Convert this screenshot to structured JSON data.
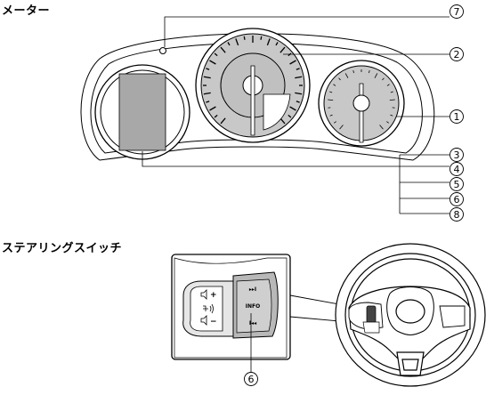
{
  "headings": {
    "meter": "メーター",
    "steering_switch": "ステアリングスイッチ"
  },
  "callouts": {
    "c1": "1",
    "c2": "2",
    "c3": "3",
    "c4": "4",
    "c5": "5",
    "c6": "6",
    "c7": "7",
    "c8": "8",
    "c6_switch": "6"
  },
  "switch_labels": {
    "vol_up": "+",
    "vol_down": "−",
    "next": "▸▸I",
    "info": "INFO",
    "prev": "I◂◂"
  },
  "icons": [
    "indicator-light-icon",
    "speaker-icon",
    "voice-icon",
    "next-track-icon",
    "prev-track-icon"
  ],
  "colors": {
    "gauge_face": "#c8c8c8",
    "line": "#000000",
    "display": "#a8a8a8"
  }
}
